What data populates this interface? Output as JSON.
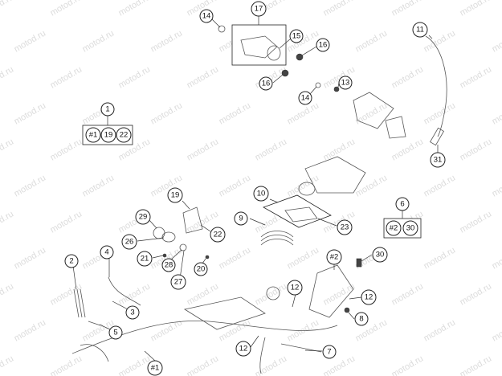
{
  "watermark": "motod.ru",
  "callouts": [
    {
      "id": "c14a",
      "label": "14"
    },
    {
      "id": "c17",
      "label": "17"
    },
    {
      "id": "c15",
      "label": "15"
    },
    {
      "id": "c16a",
      "label": "16"
    },
    {
      "id": "c16b",
      "label": "16"
    },
    {
      "id": "c13",
      "label": "13"
    },
    {
      "id": "c14b",
      "label": "14"
    },
    {
      "id": "c11",
      "label": "11"
    },
    {
      "id": "c1",
      "label": "1"
    },
    {
      "id": "c31",
      "label": "31"
    },
    {
      "id": "c10",
      "label": "10"
    },
    {
      "id": "c6",
      "label": "6"
    },
    {
      "id": "c19",
      "label": "19"
    },
    {
      "id": "c9",
      "label": "9"
    },
    {
      "id": "c29",
      "label": "29"
    },
    {
      "id": "c23",
      "label": "23"
    },
    {
      "id": "c22",
      "label": "22"
    },
    {
      "id": "c26",
      "label": "26"
    },
    {
      "id": "c21",
      "label": "21"
    },
    {
      "id": "c28",
      "label": "28"
    },
    {
      "id": "c20",
      "label": "20"
    },
    {
      "id": "c27",
      "label": "27"
    },
    {
      "id": "c2",
      "label": "2"
    },
    {
      "id": "c4",
      "label": "4"
    },
    {
      "id": "c3",
      "label": "3"
    },
    {
      "id": "c5",
      "label": "5"
    },
    {
      "id": "c12a",
      "label": "12"
    },
    {
      "id": "c2r",
      "label": "#2"
    },
    {
      "id": "c30",
      "label": "30"
    },
    {
      "id": "c12b",
      "label": "12"
    },
    {
      "id": "c8",
      "label": "8"
    },
    {
      "id": "c12c",
      "label": "12"
    },
    {
      "id": "c7",
      "label": "7"
    },
    {
      "id": "c1b",
      "label": "#1"
    }
  ],
  "kit1": {
    "items": [
      "#1",
      "19",
      "22"
    ]
  },
  "kit6": {
    "items": [
      "#2",
      "30"
    ]
  }
}
